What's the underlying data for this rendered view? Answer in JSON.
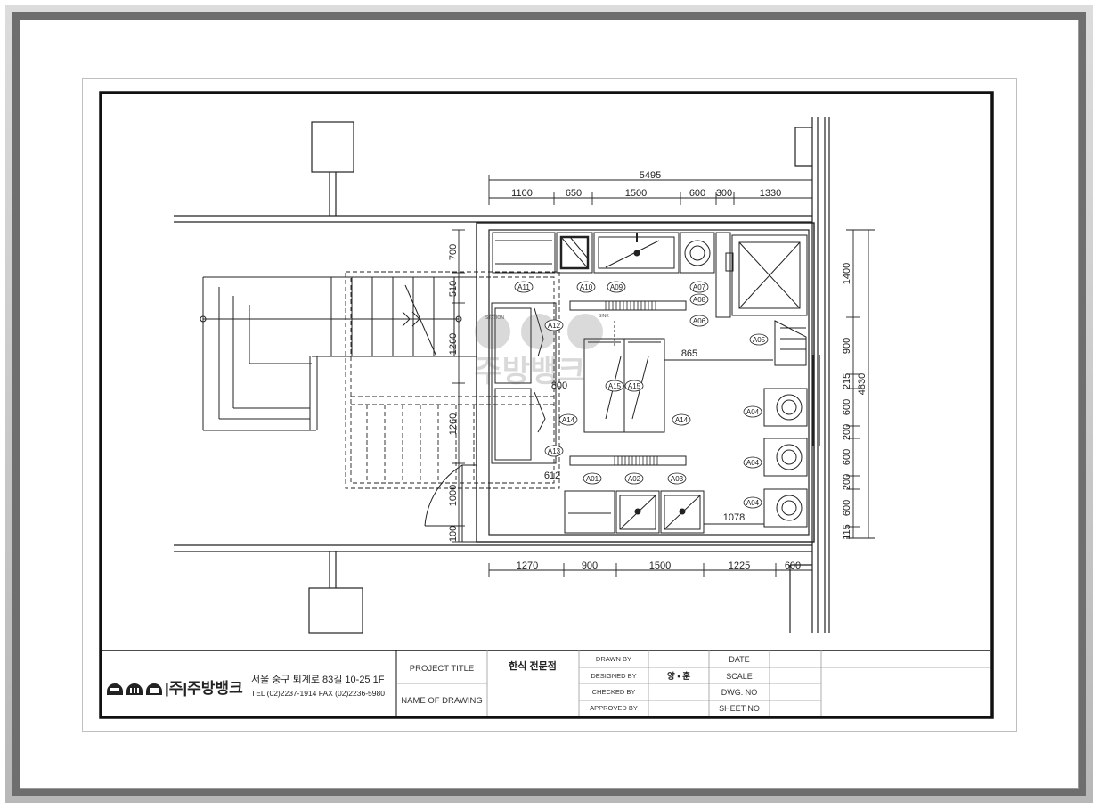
{
  "drawing": {
    "dimensions_top": {
      "total": "5495",
      "segments": [
        "1100",
        "650",
        "1500",
        "600",
        "300",
        "1330"
      ]
    },
    "dimensions_bottom": {
      "segments": [
        "1270",
        "900",
        "1500",
        "1225",
        "600"
      ]
    },
    "dimensions_left": [
      "700",
      "510",
      "1260",
      "1260",
      "1000",
      "100"
    ],
    "dimensions_right": {
      "segments": [
        "1400",
        "900",
        "215",
        "600",
        "200",
        "600",
        "200",
        "600",
        "115"
      ],
      "total": "4830"
    },
    "interior_dimensions": [
      "865",
      "800",
      "612",
      "1078"
    ],
    "equipment_tags": [
      "A11",
      "A10",
      "A09",
      "A07",
      "A08",
      "A06",
      "A05",
      "A12",
      "A15",
      "A15",
      "A14",
      "A14",
      "A13",
      "A04",
      "A04",
      "A04",
      "A01",
      "A02",
      "A03"
    ],
    "watermark": "주방뱅크",
    "small_labels": {
      "station": "STATION",
      "sink": "SINK"
    }
  },
  "title_block": {
    "logo_text": "|주|주방뱅크",
    "address": "서울 중구 퇴계로 83길 10-25 1F",
    "tel": "TEL (02)2237-1914 FAX (02)2236-5980",
    "project_title_label": "PROJECT TITLE",
    "project_title_value": "한식 전문점",
    "name_of_drawing_label": "NAME OF DRAWING",
    "drawn_by": "DRAWN BY",
    "designed_by": "DESIGNED BY",
    "designer": "양 • 훈",
    "checked_by": "CHECKED BY",
    "approved_by": "APPROVED BY",
    "date": "DATE",
    "scale": "SCALE",
    "dwg_no": "DWG. NO",
    "sheet_no": "SHEET NO"
  }
}
